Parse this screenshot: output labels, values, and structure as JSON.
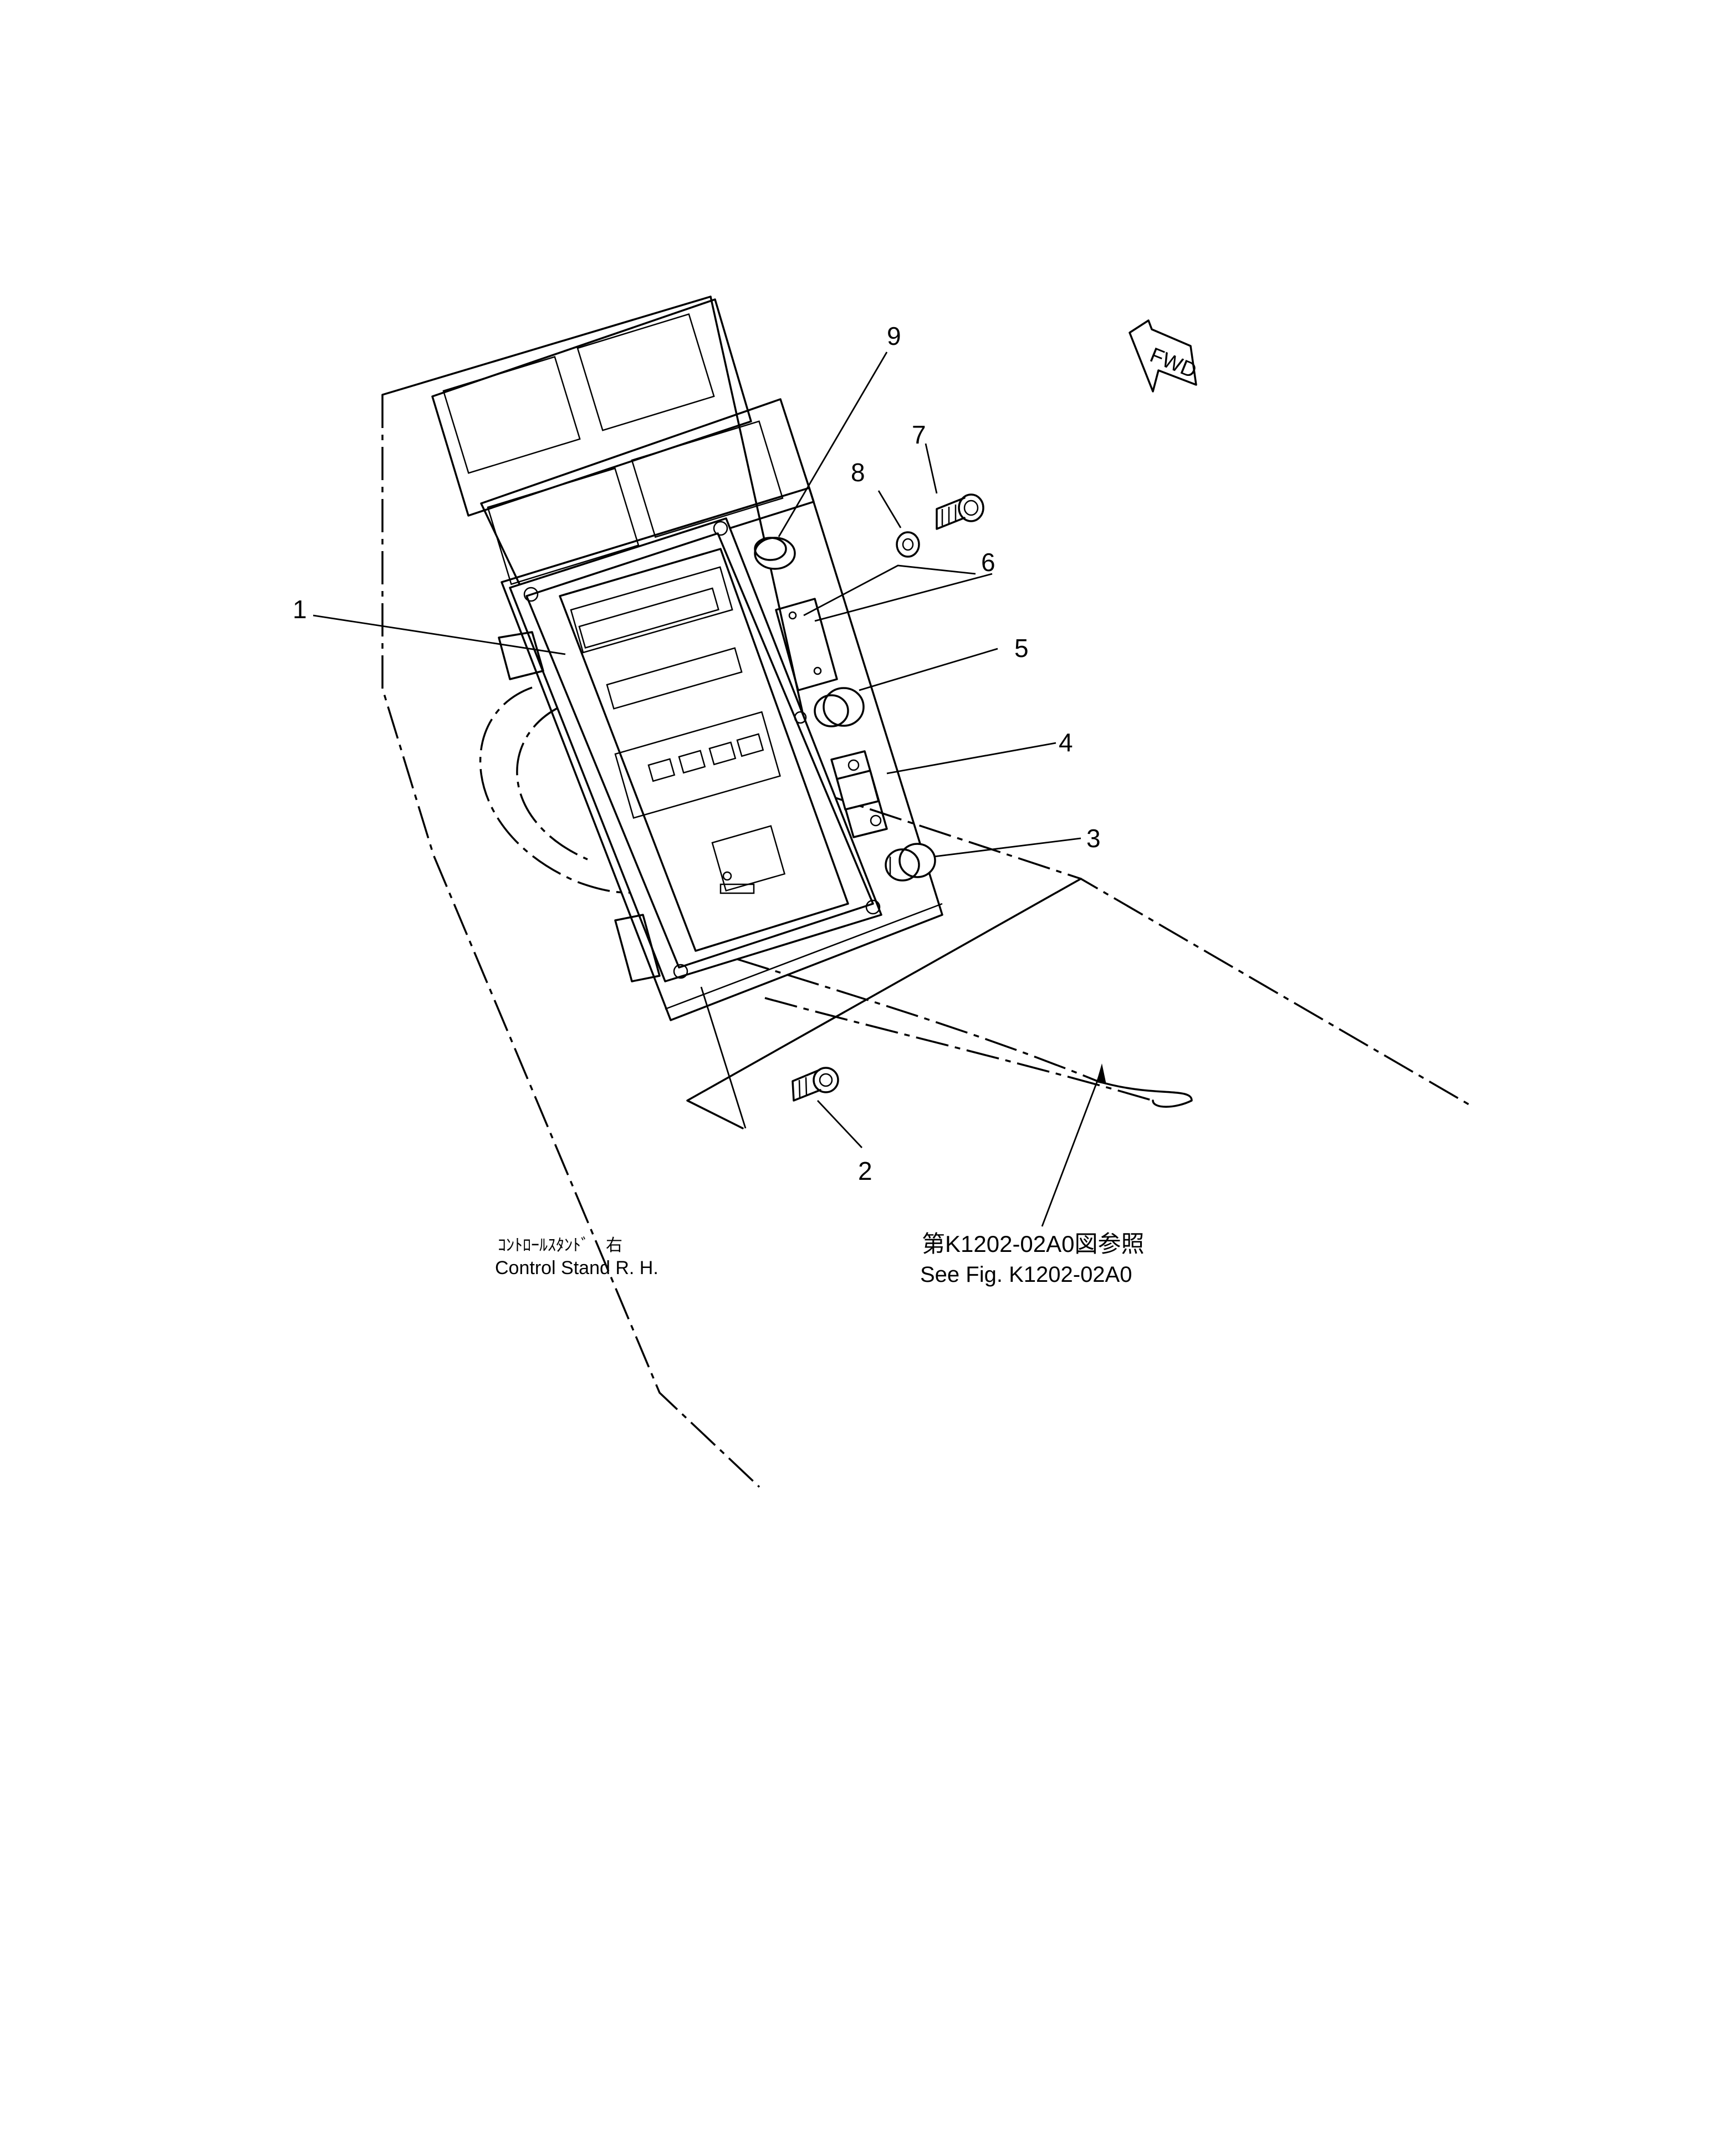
{
  "callouts": [
    {
      "id": "item-1",
      "label": "1"
    },
    {
      "id": "item-2",
      "label": "2"
    },
    {
      "id": "item-3",
      "label": "3"
    },
    {
      "id": "item-4",
      "label": "4"
    },
    {
      "id": "item-5",
      "label": "5"
    },
    {
      "id": "item-6",
      "label": "6"
    },
    {
      "id": "item-7",
      "label": "7"
    },
    {
      "id": "item-8",
      "label": "8"
    },
    {
      "id": "item-9",
      "label": "9"
    }
  ],
  "fwd_label": "FWD",
  "control_stand": {
    "jp": "ｺﾝﾄﾛｰﾙｽﾀﾝﾄﾞ　右",
    "en": "Control  Stand  R. H."
  },
  "reference": {
    "jp": "第K1202-02A0図参照",
    "en": "See  Fig.  K1202-02A0"
  }
}
